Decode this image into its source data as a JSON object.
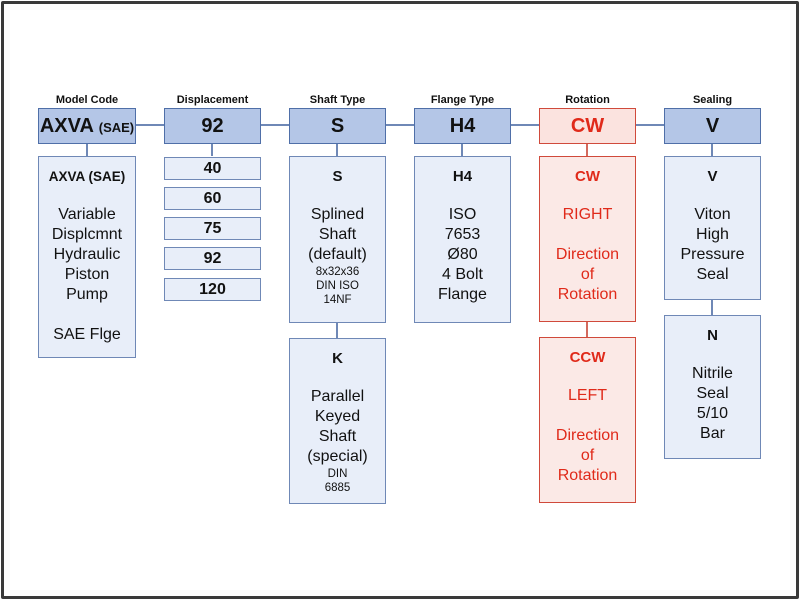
{
  "labels": {
    "model_code": "Model Code",
    "displacement": "Displacement",
    "shaft_type": "Shaft Type",
    "flange_type": "Flange Type",
    "rotation": "Rotation",
    "sealing": "Sealing"
  },
  "codes": {
    "model_main": "AXVA",
    "model_suffix": "(SAE)",
    "displacement": "92",
    "shaft": "S",
    "flange": "H4",
    "rotation": "CW",
    "sealing": "V"
  },
  "model": {
    "title": "AXVA (SAE)",
    "lines": [
      "Variable",
      "Displcmnt",
      "Hydraulic",
      "Piston",
      "Pump"
    ],
    "footer": "SAE Flge"
  },
  "displacement_options": [
    "40",
    "60",
    "75",
    "92",
    "120"
  ],
  "shaft": {
    "s": {
      "title": "S",
      "lines": [
        "Splined",
        "Shaft",
        "(default)"
      ],
      "small": [
        "8x32x36",
        "DIN ISO",
        "14NF"
      ]
    },
    "k": {
      "title": "K",
      "lines": [
        "Parallel",
        "Keyed",
        "Shaft",
        "(special)"
      ],
      "small": [
        "DIN",
        "6885"
      ]
    }
  },
  "flange": {
    "title": "H4",
    "lines": [
      "ISO",
      "7653",
      "Ø80",
      "4 Bolt",
      "Flange"
    ]
  },
  "rotation": {
    "cw": {
      "title": "CW",
      "dir": "RIGHT",
      "lines": [
        "Direction",
        "of",
        "Rotation"
      ]
    },
    "ccw": {
      "title": "CCW",
      "dir": "LEFT",
      "lines": [
        "Direction",
        "of",
        "Rotation"
      ]
    }
  },
  "sealing": {
    "v": {
      "title": "V",
      "lines": [
        "Viton",
        "High",
        "Pressure",
        "Seal"
      ]
    },
    "n": {
      "title": "N",
      "lines": [
        "Nitrile",
        "Seal",
        "5/10",
        "Bar"
      ]
    }
  },
  "colors": {
    "code_fill": "#b4c6e7",
    "detail_fill": "#e8eef9",
    "connector": "#6f88b6",
    "rotation_text": "#e02a1a",
    "rotation_fill": "#fbe9e6"
  }
}
